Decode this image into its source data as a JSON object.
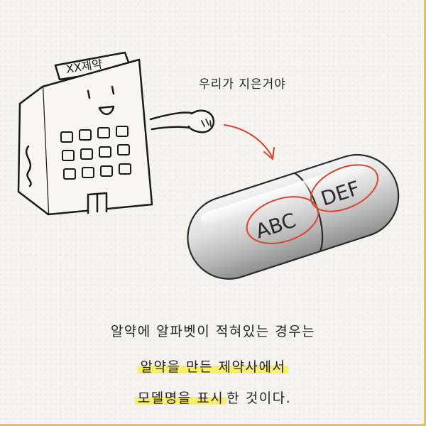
{
  "building_sign": "XX제약",
  "speech_text": "우리가 지은거야",
  "pill_labels": {
    "left": "ABC",
    "right": "DEF"
  },
  "captions": {
    "line1": "알약에 알파벳이 적혀있는 경우는",
    "line2": "알약을 만든 제약사에서",
    "line3_highlight": "모델명을 표시",
    "line3_rest": "한 것이다."
  },
  "colors": {
    "highlight": "#f7ef6c",
    "accent_red": "#d9452c",
    "frame_border": "#f0c24b"
  }
}
